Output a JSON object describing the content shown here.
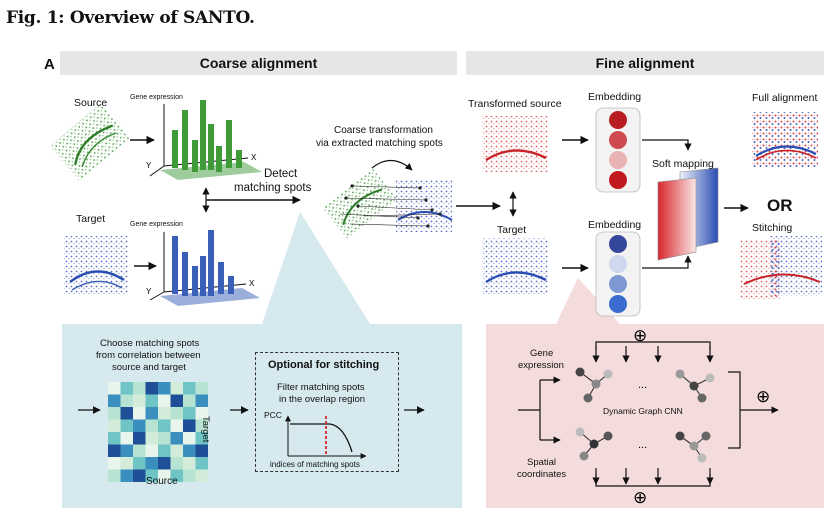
{
  "figure": {
    "title": "Fig. 1: Overview of SANTO.",
    "panel": "A"
  },
  "headers": {
    "coarse": "Coarse alignment",
    "fine": "Fine alignment"
  },
  "coarse": {
    "source_label": "Source",
    "target_label": "Target",
    "gene_expression_label": "Gene expression",
    "axis_x": "X",
    "axis_y": "Y",
    "detect_label_1": "Detect",
    "detect_label_2": "matching spots",
    "coarse_transform_1": "Coarse transformation",
    "coarse_transform_2": "via extracted matching spots"
  },
  "fine": {
    "transformed_source": "Transformed source",
    "target": "Target",
    "embedding": "Embedding",
    "soft_mapping": "Soft mapping",
    "full_alignment": "Full alignment",
    "or": "OR",
    "stitching": "Stitching"
  },
  "detail_coarse": {
    "choose_1": "Choose matching spots",
    "choose_2": "from correlation between",
    "choose_3": "source and target",
    "heatmap_y": "Target",
    "heatmap_x": "Source",
    "optional_title": "Optional for stitching",
    "filter_1": "Filter matching spots",
    "filter_2": "in the overlap region",
    "pcc": "PCC",
    "indices": "indices of matching spots"
  },
  "detail_fine": {
    "gene_1": "Gene",
    "gene_2": "expression",
    "spatial_1": "Spatial",
    "spatial_2": "coordinates",
    "dgcnn": "Dynamic Graph CNN",
    "ellipsis": "...",
    "oplus": "⊕"
  },
  "colors": {
    "source_green": "#3f9a3a",
    "target_blue": "#3a5fb8",
    "red_embed": "#c8242a",
    "panel_blue_bg": "#d6e9ee",
    "panel_pink_bg": "#f5dcdc"
  }
}
